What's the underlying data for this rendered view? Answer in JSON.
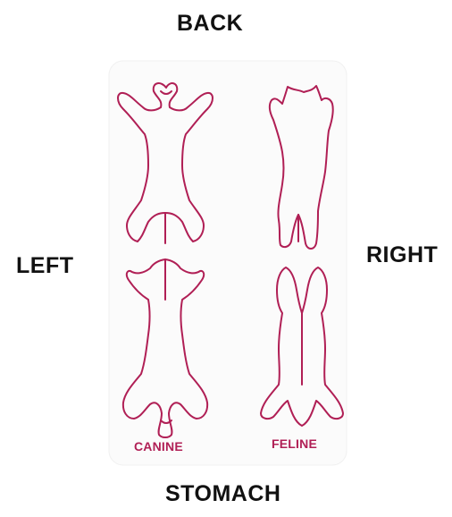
{
  "labels": {
    "back": "BACK",
    "left": "LEFT",
    "right": "RIGHT",
    "stomach": "STOMACH",
    "canine": "CANINE",
    "feline": "FELINE"
  },
  "colors": {
    "outline": "#b01f55",
    "text": "#111111",
    "background": "#ffffff"
  }
}
